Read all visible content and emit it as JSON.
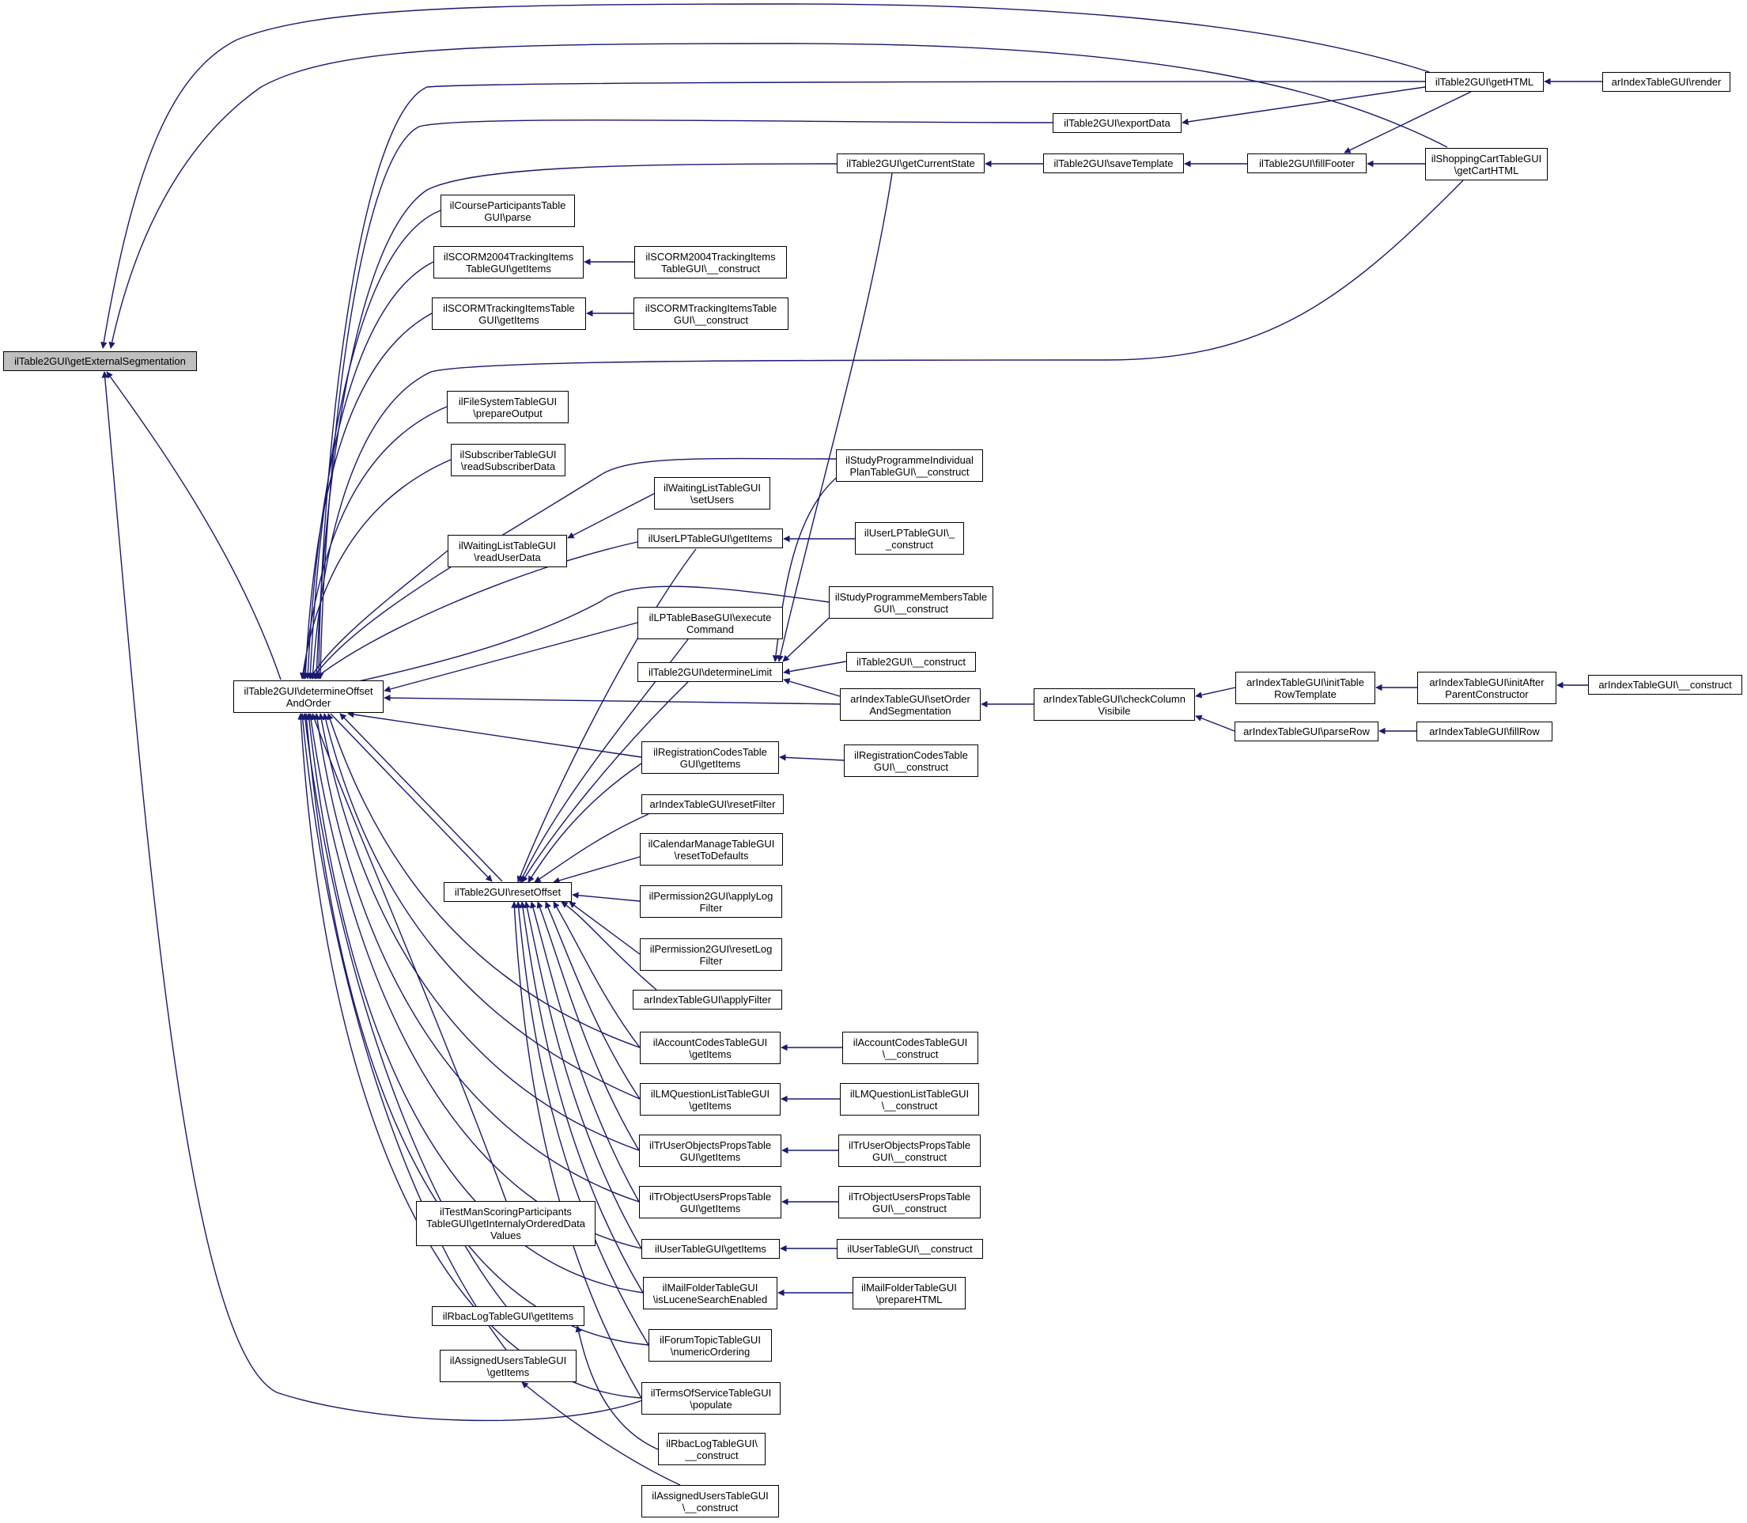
{
  "colors": {
    "edge": "#191970",
    "node_border": "#000000",
    "root_fill": "#bfbfbf",
    "node_fill": "#ffffff"
  },
  "nodes": {
    "n0": "ilTable2GUI\\getExternalSegmentation",
    "n1": "ilTable2GUI\\getHTML",
    "n2": "arIndexTableGUI\\render",
    "n3": "ilTable2GUI\\exportData",
    "n4": "ilTable2GUI\\getCurrentState",
    "n5": "ilTable2GUI\\saveTemplate",
    "n6": "ilTable2GUI\\fillFooter",
    "n7": "ilShoppingCartTableGUI\n\\getCartHTML",
    "n8": "ilCourseParticipantsTable\nGUI\\parse",
    "n9": "ilSCORM2004TrackingItems\nTableGUI\\getItems",
    "n10": "ilSCORM2004TrackingItems\nTableGUI\\__construct",
    "n11": "ilSCORMTrackingItemsTable\nGUI\\getItems",
    "n12": "ilSCORMTrackingItemsTable\nGUI\\__construct",
    "n13": "ilFileSystemTableGUI\n\\prepareOutput",
    "n14": "ilSubscriberTableGUI\n\\readSubscriberData",
    "n15": "ilStudyProgrammeIndividual\nPlanTableGUI\\__construct",
    "n16": "ilWaitingListTableGUI\n\\setUsers",
    "n17": "ilWaitingListTableGUI\n\\readUserData",
    "n18": "ilUserLPTableGUI\\getItems",
    "n19": "ilUserLPTableGUI\\_\n_construct",
    "n20": "ilStudyProgrammeMembersTable\nGUI\\__construct",
    "n21": "ilLPTableBaseGUI\\execute\nCommand",
    "n22": "ilTable2GUI\\determineOffset\nAndOrder",
    "n23": "ilTable2GUI\\determineLimit",
    "n24": "ilTable2GUI\\__construct",
    "n25": "arIndexTableGUI\\setOrder\nAndSegmentation",
    "n26": "arIndexTableGUI\\checkColumn\nVisibile",
    "n27": "arIndexTableGUI\\initTable\nRowTemplate",
    "n28": "arIndexTableGUI\\initAfter\nParentConstructor",
    "n29": "arIndexTableGUI\\__construct",
    "n30": "arIndexTableGUI\\parseRow",
    "n31": "arIndexTableGUI\\fillRow",
    "n32": "ilRegistrationCodesTable\nGUI\\getItems",
    "n33": "ilRegistrationCodesTable\nGUI\\__construct",
    "n34": "arIndexTableGUI\\resetFilter",
    "n35": "ilCalendarManageTableGUI\n\\resetToDefaults",
    "n36": "ilTable2GUI\\resetOffset",
    "n37": "ilPermission2GUI\\applyLog\nFilter",
    "n38": "ilPermission2GUI\\resetLog\nFilter",
    "n39": "arIndexTableGUI\\applyFilter",
    "n40": "ilAccountCodesTableGUI\n\\getItems",
    "n41": "ilAccountCodesTableGUI\n\\__construct",
    "n42": "ilLMQuestionListTableGUI\n\\getItems",
    "n43": "ilLMQuestionListTableGUI\n\\__construct",
    "n44": "ilTrUserObjectsPropsTable\nGUI\\getItems",
    "n45": "ilTrUserObjectsPropsTable\nGUI\\__construct",
    "n46": "ilTrObjectUsersPropsTable\nGUI\\getItems",
    "n47": "ilTrObjectUsersPropsTable\nGUI\\__construct",
    "n48": "ilTestManScoringParticipants\nTableGUI\\getInternalyOrderedData\nValues",
    "n49": "ilUserTableGUI\\getItems",
    "n50": "ilUserTableGUI\\__construct",
    "n51": "ilMailFolderTableGUI\n\\isLuceneSearchEnabled",
    "n52": "ilMailFolderTableGUI\n\\prepareHTML",
    "n53": "ilForumTopicTableGUI\n\\numericOrdering",
    "n54": "ilRbacLogTableGUI\\getItems",
    "n55": "ilAssignedUsersTableGUI\n\\getItems",
    "n56": "ilTermsOfServiceTableGUI\n\\populate",
    "n57": "ilRbacLogTableGUI\\\n__construct",
    "n58": "ilAssignedUsersTableGUI\n\\__construct"
  }
}
